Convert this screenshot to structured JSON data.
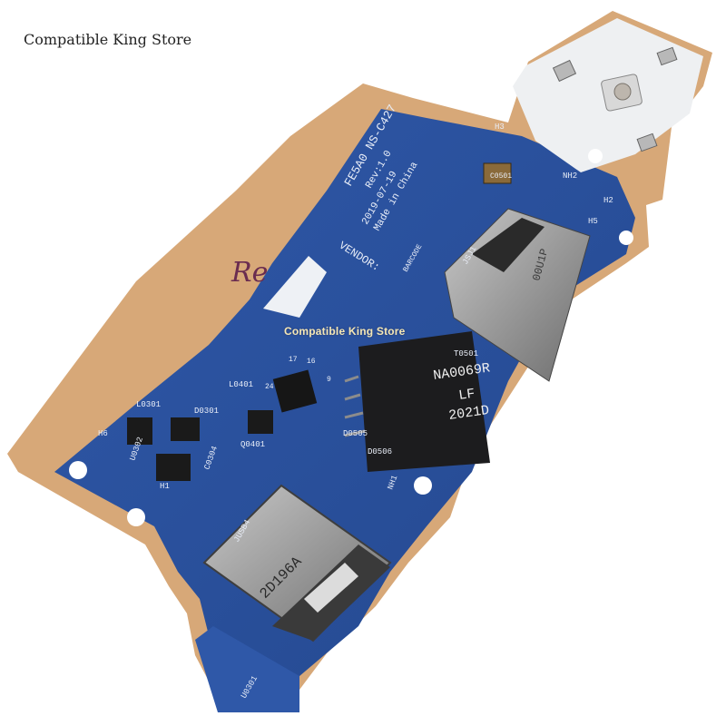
{
  "watermark": {
    "store_top": "Compatible King Store",
    "store_center": "Compatible King Store"
  },
  "board": {
    "part_number": "FE5A0 NS-C427",
    "rev": "Rev:1.0",
    "date": "2019-07-19",
    "made_in": "Made in China",
    "vendor": "VENDOR:",
    "barcode": "BARCODE",
    "marker_scribble": "Re",
    "chip_marking": [
      "NA0069R",
      "LF",
      "2021D"
    ],
    "usb_marking": "2D196A",
    "card_slot_marking": "00U1P",
    "labels": [
      "H3",
      "H2",
      "H5",
      "NH2",
      "C0501",
      "JSJ1",
      "T0501",
      "L0401",
      "Q0401",
      "D0301",
      "U0302",
      "C0304",
      "H1",
      "H6",
      "L0301",
      "JUSB4",
      "U0301",
      "D0505",
      "D0506",
      "NH1",
      "17",
      "16",
      "24",
      "9"
    ]
  }
}
